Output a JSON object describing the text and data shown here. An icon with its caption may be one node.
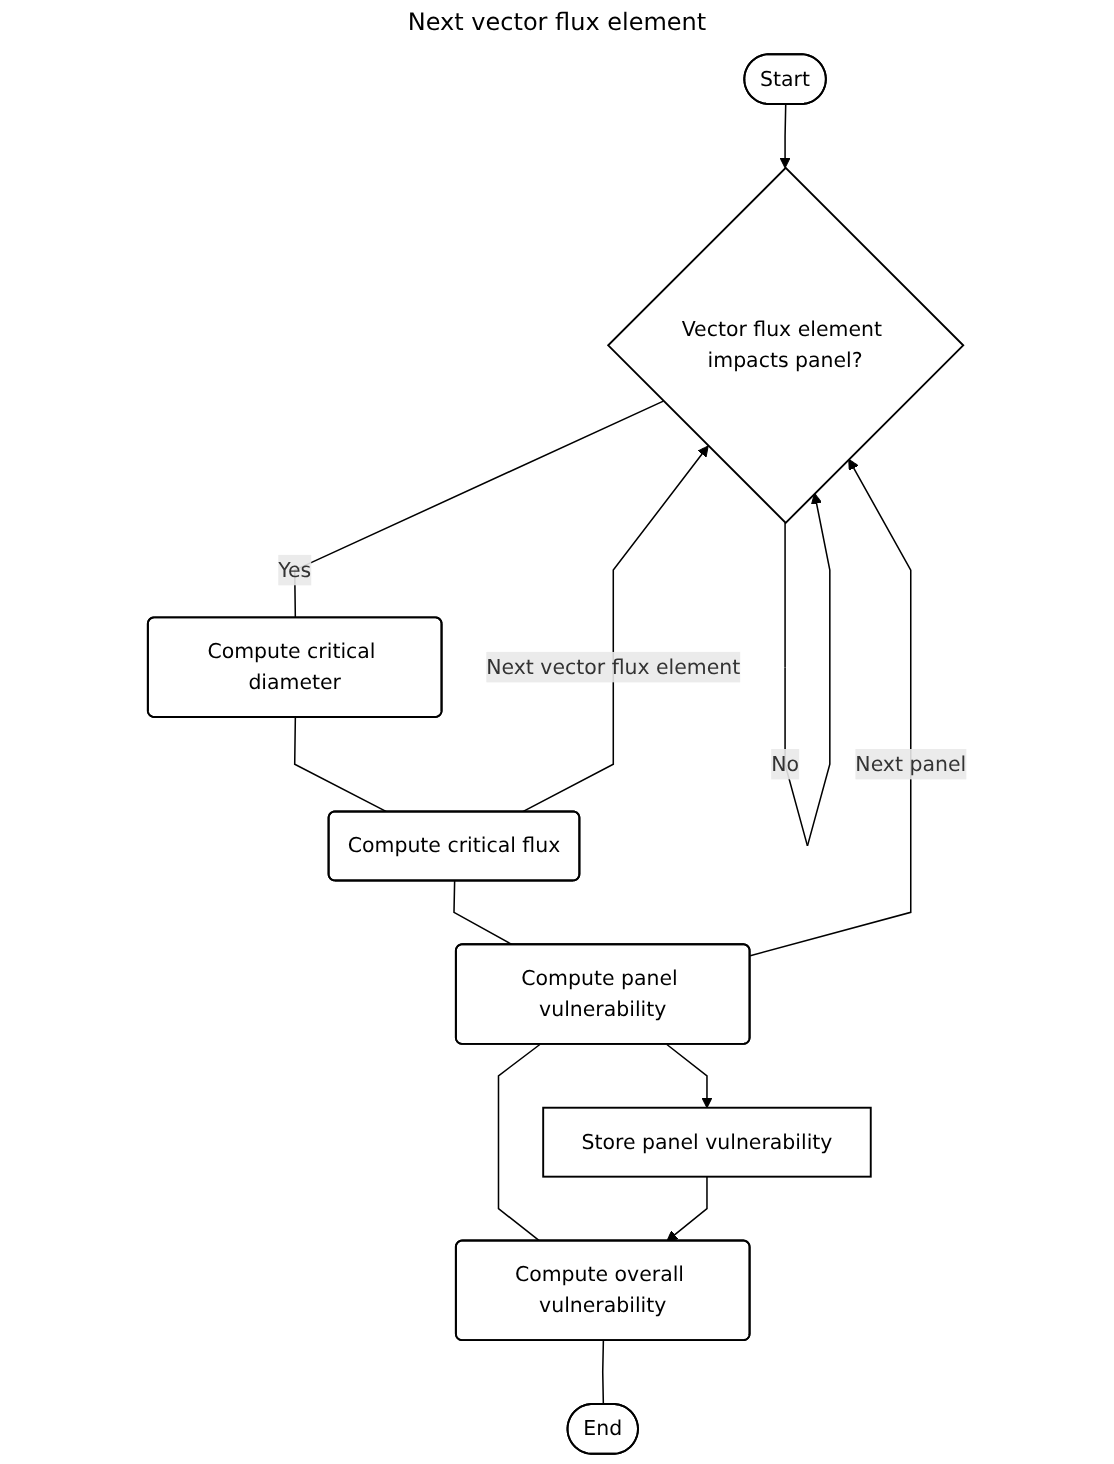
{
  "diagram": {
    "nodes": [
      {
        "text": [
          "Start"
        ]
      },
      {
        "text": [
          "Vector flux element impacts panel?"
        ]
      },
      {
        "text": [
          "Compute critical diameter"
        ]
      },
      {
        "text": [
          "Compute critical flux"
        ]
      },
      {
        "text": [
          "Compute panel vulnerability"
        ]
      },
      {
        "text": [
          "Store panel vulnerability"
        ]
      },
      {
        "text": [
          "Compute overall vulnerability"
        ]
      },
      {
        "text": [
          "End"
        ]
      }
    ],
    "edges": [
      {
        "from": 0,
        "to": 1,
        "arrow": "to"
      },
      {
        "from": 1,
        "to": 1,
        "arrow": "to",
        "label": "No"
      },
      {
        "from": 1,
        "to": 2,
        "arrow": "none",
        "label": "Yes"
      },
      {
        "from": 2,
        "to": 3,
        "arrow": "none"
      },
      {
        "from": 3,
        "to": 1,
        "arrow": "to",
        "label": "Next vector flux element"
      },
      {
        "from": 3,
        "to": 4,
        "arrow": "none"
      },
      {
        "from": 4,
        "to": 5,
        "arrow": "to"
      },
      {
        "from": 4,
        "to": 1,
        "arrow": "to",
        "label": "Next panel"
      },
      {
        "from": 4,
        "to": 6,
        "arrow": "none"
      },
      {
        "from": 5,
        "to": 6,
        "arrow": "to"
      },
      {
        "from": 6,
        "to": 7,
        "arrow": "none"
      }
    ],
    "labels": [
      "Next vector flux element"
    ]
  }
}
